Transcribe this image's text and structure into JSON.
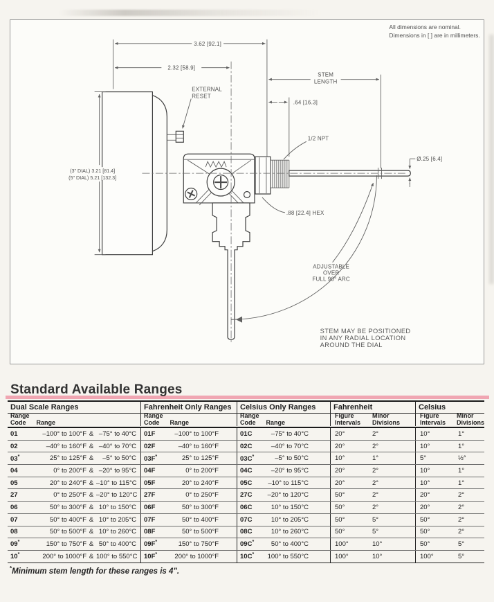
{
  "drawing": {
    "note_line1": "All dimensions are nominal.",
    "note_line2": "Dimensions in [ ] are in millimeters.",
    "labels": {
      "dim_overall": "3.62 [92.1]",
      "dim_case": "2.32 [58.9]",
      "external_reset_l1": "EXTERNAL",
      "external_reset_l2": "RESET",
      "stem_length_l1": "STEM",
      "stem_length_l2": "LENGTH",
      "dim_thread": ".64 [16.3]",
      "npt": "1/2 NPT",
      "dim_stem_dia": "Ø.25 [6.4]",
      "dial_dim_l1": "(3\" DIAL) 3.21 [81.4]",
      "dial_dim_l2": "(5\" DIAL) 5.21 [132.3]",
      "dim_hex": ".88 [22.4] HEX",
      "adjustable_l1": "ADJUSTABLE",
      "adjustable_l2": "OVER",
      "adjustable_l3": "FULL 90° ARC",
      "stem_note_l1": "STEM MAY BE POSITIONED",
      "stem_note_l2": "IN ANY RADIAL LOCATION",
      "stem_note_l3": "AROUND THE DIAL"
    }
  },
  "table": {
    "title": "Standard Available Ranges",
    "groups": [
      {
        "label": "Dual Scale Ranges"
      },
      {
        "label": "Fahrenheit Only Ranges"
      },
      {
        "label": "Celsius Only Ranges"
      },
      {
        "label": "Fahrenheit"
      },
      {
        "label": "Celsius"
      }
    ],
    "subheaders": {
      "range_code_l1": "Range",
      "range_code_l2": "Code",
      "range": "Range",
      "figure_l1": "Figure",
      "figure_l2": "Intervals",
      "minor_l1": "Minor",
      "minor_l2": "Divisions"
    },
    "rows": [
      {
        "dual_code": "01",
        "dual_f": "–100° to 100°F",
        "dual_c": "–75° to 40°C",
        "f_code": "01F",
        "f_range": "–100° to 100°F",
        "c_code": "01C",
        "c_range": "–75° to 40°C",
        "f_fig": "20°",
        "f_min": "2°",
        "c_fig": "10°",
        "c_min": "1°"
      },
      {
        "dual_code": "02",
        "dual_f": "–40° to 160°F",
        "dual_c": "–40° to 70°C",
        "f_code": "02F",
        "f_range": "–40° to 160°F",
        "c_code": "02C",
        "c_range": "–40° to 70°C",
        "f_fig": "20°",
        "f_min": "2°",
        "c_fig": "10°",
        "c_min": "1°"
      },
      {
        "dual_code": "03*",
        "dual_f": "25° to 125°F",
        "dual_c": "–5° to 50°C",
        "f_code": "03F*",
        "f_range": "25° to 125°F",
        "c_code": "03C*",
        "c_range": "–5° to 50°C",
        "f_fig": "10°",
        "f_min": "1°",
        "c_fig": "5°",
        "c_min": "½°"
      },
      {
        "dual_code": "04",
        "dual_f": "0° to 200°F",
        "dual_c": "–20° to 95°C",
        "f_code": "04F",
        "f_range": "0° to 200°F",
        "c_code": "04C",
        "c_range": "–20° to 95°C",
        "f_fig": "20°",
        "f_min": "2°",
        "c_fig": "10°",
        "c_min": "1°"
      },
      {
        "dual_code": "05",
        "dual_f": "20° to 240°F",
        "dual_c": "–10° to 115°C",
        "f_code": "05F",
        "f_range": "20° to 240°F",
        "c_code": "05C",
        "c_range": "–10° to 115°C",
        "f_fig": "20°",
        "f_min": "2°",
        "c_fig": "10°",
        "c_min": "1°"
      },
      {
        "dual_code": "27",
        "dual_f": "0° to 250°F",
        "dual_c": "–20° to 120°C",
        "f_code": "27F",
        "f_range": "0° to 250°F",
        "c_code": "27C",
        "c_range": "–20° to 120°C",
        "f_fig": "50°",
        "f_min": "2°",
        "c_fig": "20°",
        "c_min": "2°"
      },
      {
        "dual_code": "06",
        "dual_f": "50° to 300°F",
        "dual_c": "10° to 150°C",
        "f_code": "06F",
        "f_range": "50° to 300°F",
        "c_code": "06C",
        "c_range": "10° to 150°C",
        "f_fig": "50°",
        "f_min": "2°",
        "c_fig": "20°",
        "c_min": "2°"
      },
      {
        "dual_code": "07",
        "dual_f": "50° to 400°F",
        "dual_c": "10° to 205°C",
        "f_code": "07F",
        "f_range": "50° to 400°F",
        "c_code": "07C",
        "c_range": "10° to 205°C",
        "f_fig": "50°",
        "f_min": "5°",
        "c_fig": "50°",
        "c_min": "2°"
      },
      {
        "dual_code": "08",
        "dual_f": "50° to 500°F",
        "dual_c": "10° to 260°C",
        "f_code": "08F",
        "f_range": "50° to 500°F",
        "c_code": "08C",
        "c_range": "10° to 260°C",
        "f_fig": "50°",
        "f_min": "5°",
        "c_fig": "50°",
        "c_min": "2°"
      },
      {
        "dual_code": "09*",
        "dual_f": "150° to 750°F",
        "dual_c": "50° to 400°C",
        "f_code": "09F*",
        "f_range": "150° to 750°F",
        "c_code": "09C*",
        "c_range": "50° to 400°C",
        "f_fig": "100°",
        "f_min": "10°",
        "c_fig": "50°",
        "c_min": "5°"
      },
      {
        "dual_code": "10*",
        "dual_f": "200° to 1000°F",
        "dual_c": "100° to 550°C",
        "f_code": "10F*",
        "f_range": "200° to 1000°F",
        "c_code": "10C*",
        "c_range": "100° to 550°C",
        "f_fig": "100°",
        "f_min": "10°",
        "c_fig": "100°",
        "c_min": "5°"
      }
    ],
    "footnote_marker": "*",
    "footnote": "Minimum stem length for these ranges is 4\"."
  },
  "colors": {
    "accent_pink": "#f0a6b2",
    "page_background": "#f6f4ef",
    "line_gray": "#5f5f5f"
  }
}
